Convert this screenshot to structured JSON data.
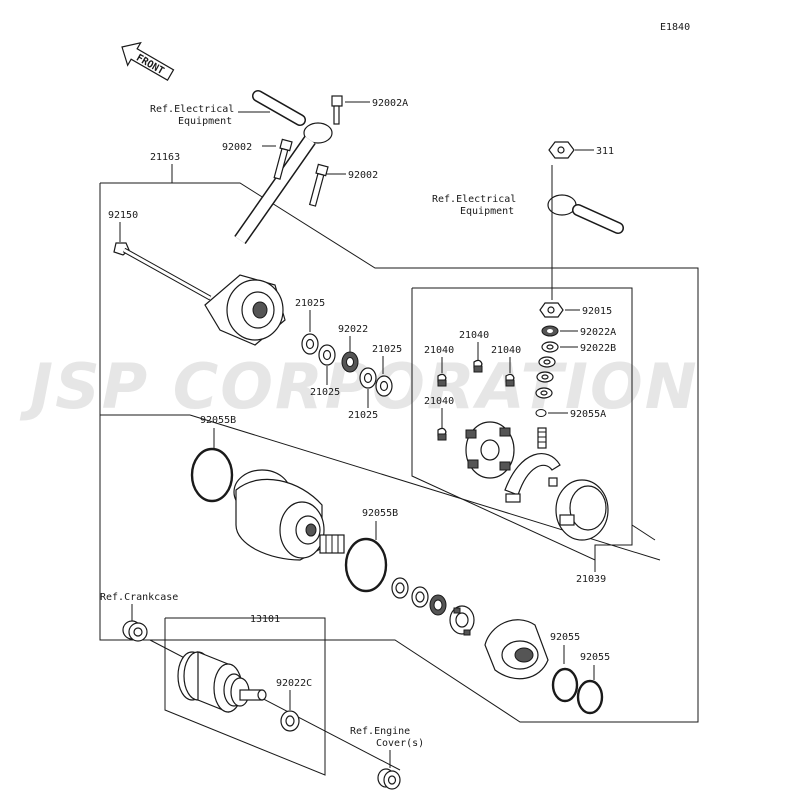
{
  "diagram_code": "E1840",
  "front_label": "FRONT",
  "watermark": "JSP CORPORATION",
  "labels": {
    "ref_electrical_1": [
      "Ref.Electrical",
      "Equipment"
    ],
    "ref_electrical_2": [
      "Ref.Electrical",
      "Equipment"
    ],
    "ref_crankcase": "Ref.Crankcase",
    "ref_engine_cover": [
      "Ref.Engine",
      "Cover(s)"
    ],
    "p92002A": "92002A",
    "p92002_a": "92002",
    "p92002_b": "92002",
    "p21163": "21163",
    "p92150": "92150",
    "p21025_a": "21025",
    "p92022": "92022",
    "p21025_b": "21025",
    "p21025_c": "21025",
    "p21025_d": "21025",
    "p311": "311",
    "p92015": "92015",
    "p92022A": "92022A",
    "p92022B": "92022B",
    "p21040_a": "21040",
    "p21040_b": "21040",
    "p21040_c": "21040",
    "p21040_d": "21040",
    "p92055A": "92055A",
    "p92055B_a": "92055B",
    "p92055B_b": "92055B",
    "p21039": "21039",
    "p13101": "13101",
    "p92022C": "92022C",
    "p92055_a": "92055",
    "p92055_b": "92055"
  }
}
